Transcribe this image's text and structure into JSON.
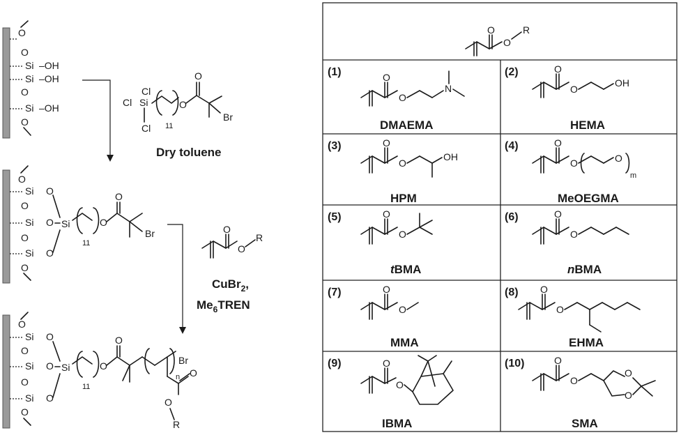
{
  "scheme": {
    "reagent_step1": {
      "chlorosilane_label_cl": "Cl",
      "si": "Si",
      "o": "O",
      "br": "Br",
      "n11": "11",
      "solvent": "Dry toluene"
    },
    "surface_atoms": {
      "o": "O",
      "si": "Si",
      "oh": "–OH",
      "oh_short": "OH"
    },
    "reagent_step2": {
      "catalyst": "CuBr",
      "catalyst_sub": "2",
      "comma": ",",
      "ligand_pre": "Me",
      "ligand_sub": "6",
      "ligand_post": "TREN"
    },
    "labels": {
      "r": "R",
      "n": "n",
      "eleven": "11",
      "br": "Br",
      "o": "O"
    }
  },
  "table": {
    "header_r": "R",
    "cells": [
      {
        "num": "(1)",
        "name": "DMAEMA"
      },
      {
        "num": "(2)",
        "name": "HEMA"
      },
      {
        "num": "(3)",
        "name": "HPM"
      },
      {
        "num": "(4)",
        "name": "MeOEGMA"
      },
      {
        "num": "(5)",
        "name": "tBMA",
        "prefix": "t",
        "rest": "BMA"
      },
      {
        "num": "(6)",
        "name": "nBMA",
        "prefix": "n",
        "rest": "BMA"
      },
      {
        "num": "(7)",
        "name": "MMA"
      },
      {
        "num": "(8)",
        "name": "EHMA"
      },
      {
        "num": "(9)",
        "name": "IBMA"
      },
      {
        "num": "(10)",
        "name": "SMA"
      }
    ],
    "atoms": {
      "o": "O",
      "n": "N",
      "oh": "OH",
      "m": "m"
    }
  }
}
